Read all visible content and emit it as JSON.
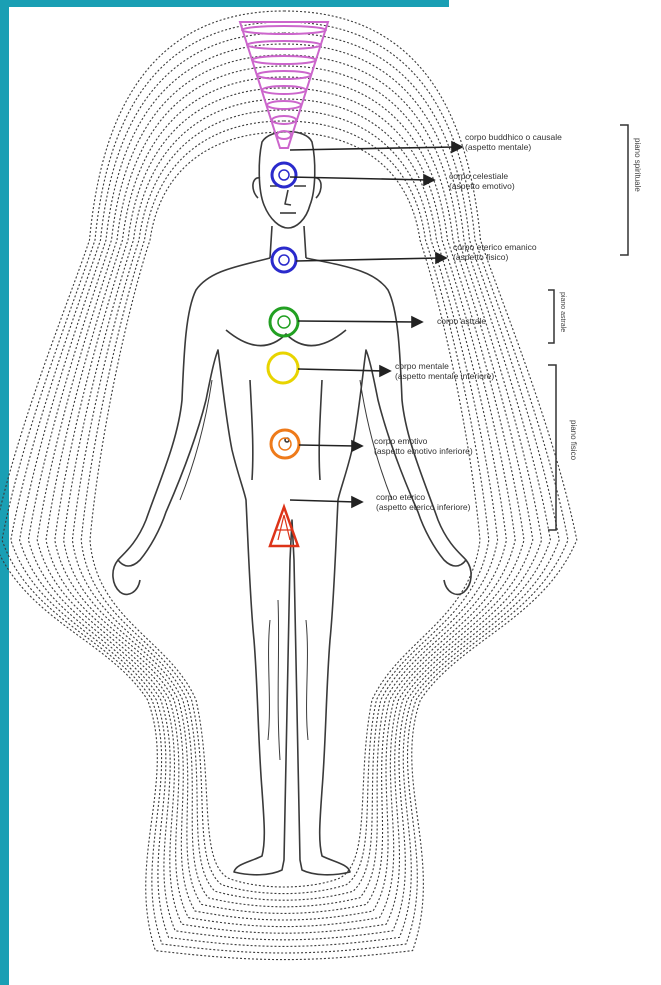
{
  "colors": {
    "frame": "#1a9fb4",
    "crown": "#cc66cc",
    "brow": "#2a2acc",
    "throat": "#2a2acc",
    "heart": "#22a022",
    "solar": "#e8d400",
    "sacral": "#ee7a1a",
    "root": "#dd3318",
    "ink": "#3a3a3a"
  },
  "labels": [
    {
      "line1": "corpo buddhico o causale",
      "line2": "(aspetto mentale)"
    },
    {
      "line1": "corpo celestiale",
      "line2": "(aspetto emotivo)"
    },
    {
      "line1": "corpo eterico emanico",
      "line2": "(aspetto fisico)"
    },
    {
      "line1": "corpo astrale",
      "line2": ""
    },
    {
      "line1": "corpo mentale",
      "line2": "(aspetto mentale inferiore)"
    },
    {
      "line1": "corpo emotivo",
      "line2": "(aspetto emotivo inferiore)"
    },
    {
      "line1": "corpo eterico",
      "line2": "(aspetto eterico inferiore)"
    }
  ],
  "planes": {
    "spiritual": "piano spirituale",
    "astral": "piano astrale",
    "physical": "piano fisico"
  },
  "chakras": [
    {
      "name": "crown",
      "shape": "spiral-cone"
    },
    {
      "name": "brow",
      "shape": "ring"
    },
    {
      "name": "throat",
      "shape": "ring"
    },
    {
      "name": "heart",
      "shape": "ring"
    },
    {
      "name": "solar",
      "shape": "ring"
    },
    {
      "name": "sacral",
      "shape": "ring"
    },
    {
      "name": "root",
      "shape": "triangle"
    }
  ]
}
